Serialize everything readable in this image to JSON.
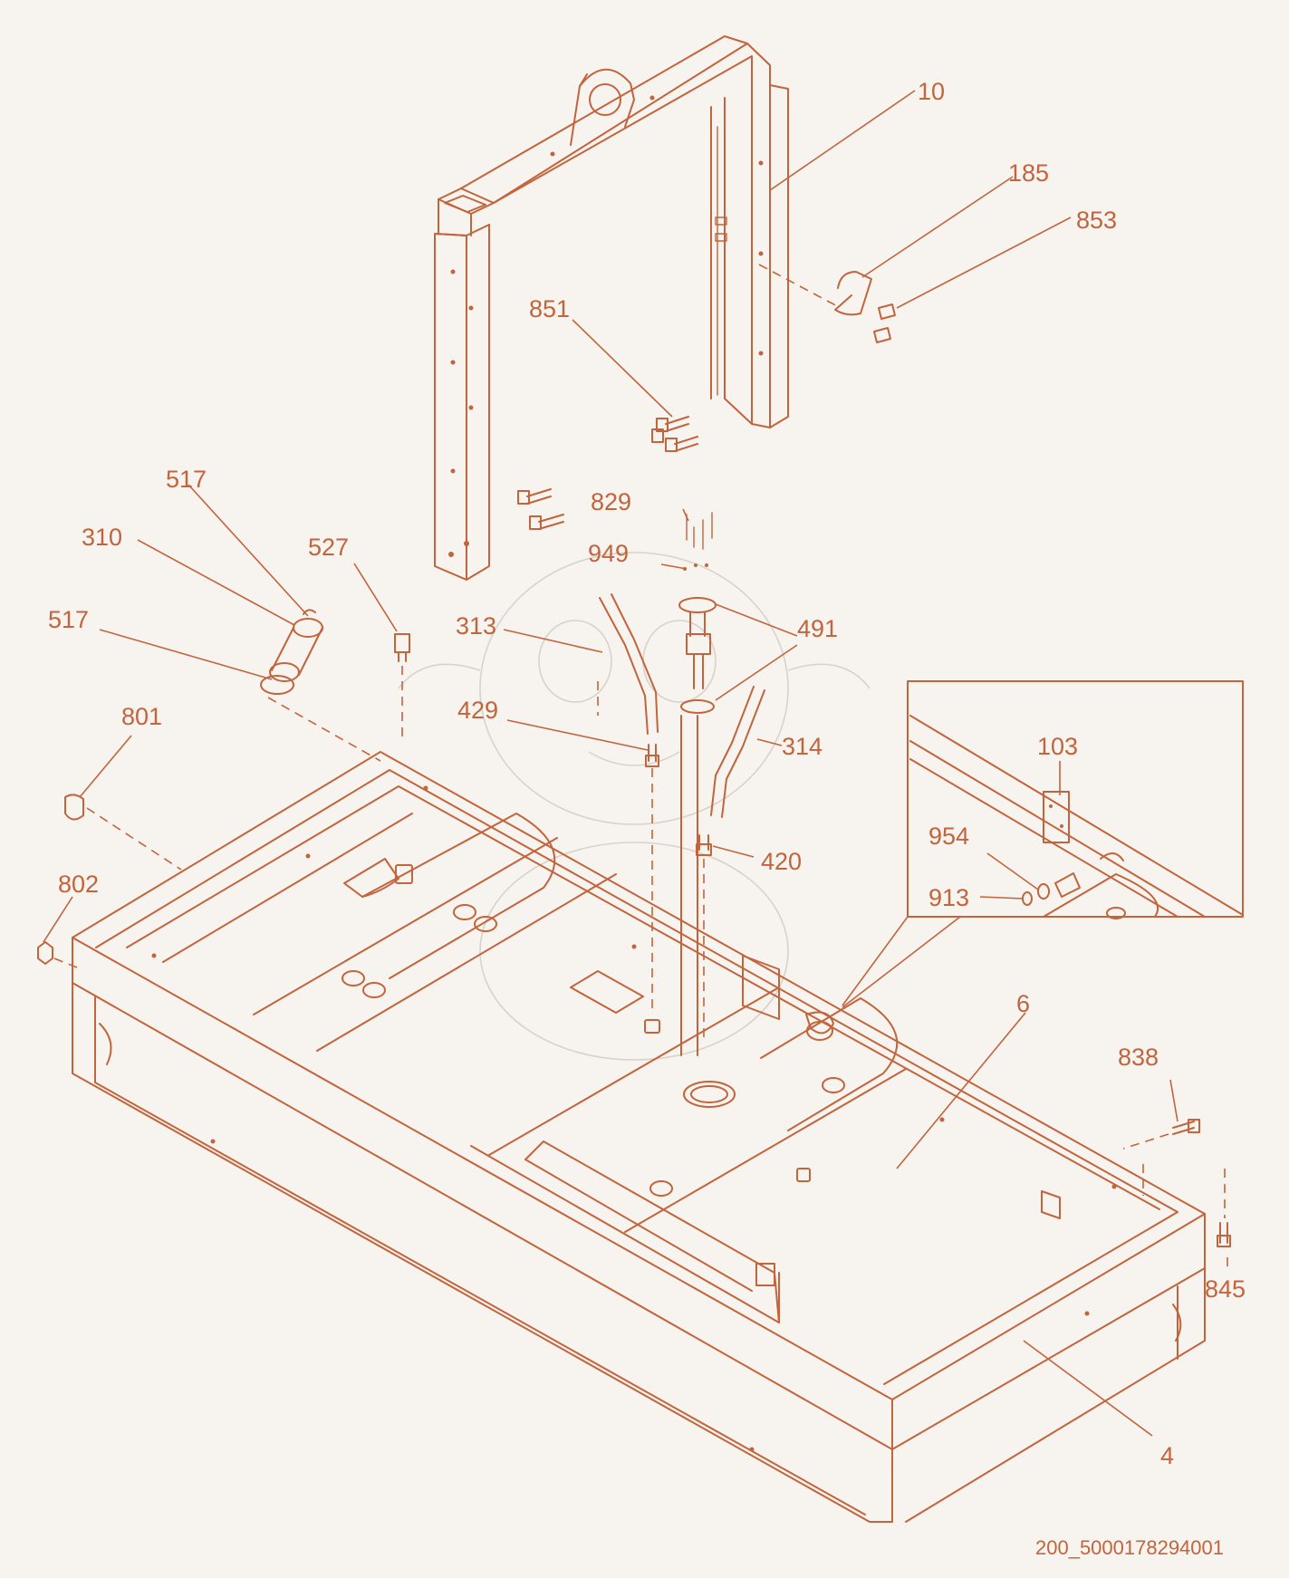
{
  "drawing": {
    "code": "200_5000178294001",
    "line_color": "#c2643c",
    "background_color": "#f7f3ef"
  },
  "callouts": {
    "c10": "10",
    "c185": "185",
    "c853": "853",
    "c851": "851",
    "c517a": "517",
    "c310": "310",
    "c527": "527",
    "c517b": "517",
    "c829": "829",
    "c949": "949",
    "c313": "313",
    "c491": "491",
    "c429": "429",
    "c314": "314",
    "c801": "801",
    "c420": "420",
    "c103": "103",
    "c954": "954",
    "c913": "913",
    "c802": "802",
    "c6": "6",
    "c838": "838",
    "c845": "845",
    "c4": "4"
  }
}
